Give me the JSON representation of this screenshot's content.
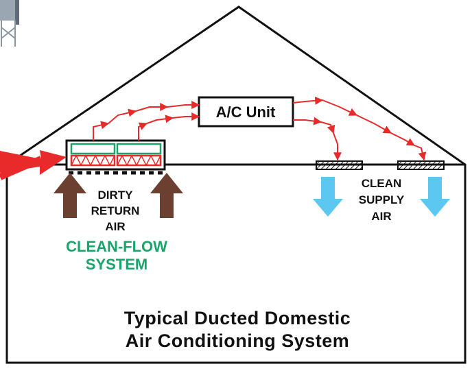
{
  "diagram": {
    "title_line1": "Typical Ducted Domestic",
    "title_line2": "Air Conditioning System",
    "ac_unit_label": "A/C Unit",
    "return_label": [
      "DIRTY",
      "RETURN",
      "AIR"
    ],
    "supply_label": [
      "CLEAN",
      "SUPPLY",
      "AIR"
    ],
    "system_label": [
      "CLEAN-FLOW",
      "SYSTEM"
    ]
  },
  "colors": {
    "airflow_arrow": "#e82a2a",
    "dirty_air_arrow": "#6b4030",
    "clean_air_arrow": "#5cc8f2",
    "filter_green": "#1aa36a",
    "filter_red": "#e82a2a",
    "outline": "#111111"
  }
}
